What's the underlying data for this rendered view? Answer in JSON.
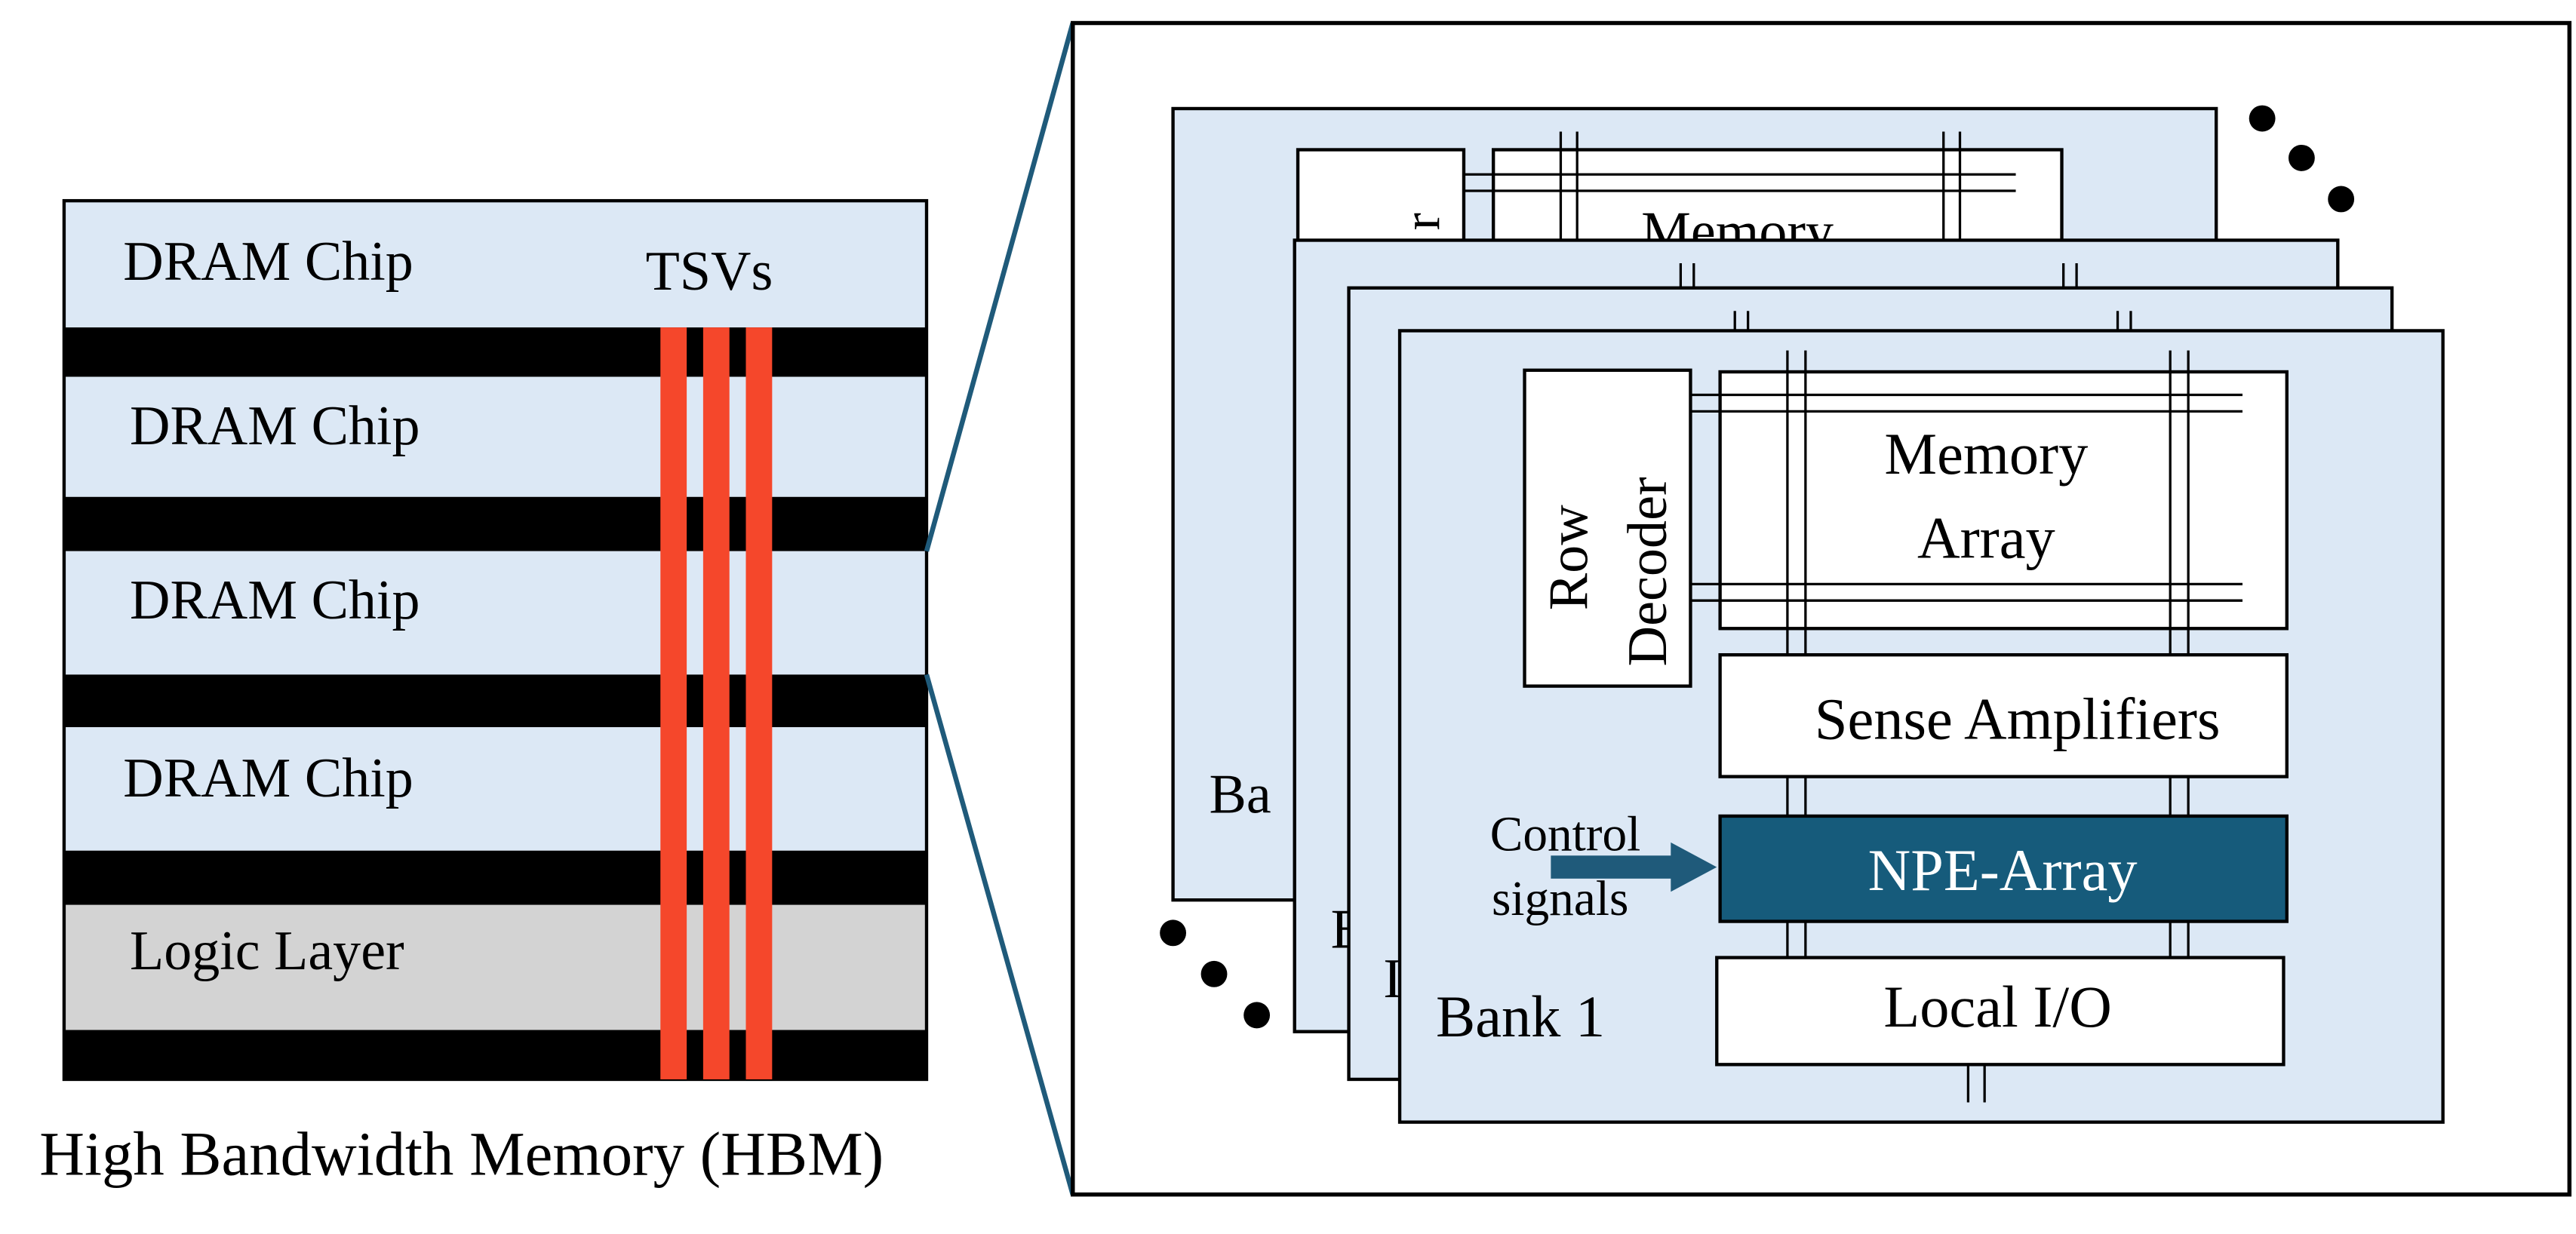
{
  "hbm": {
    "chips": [
      "DRAM Chip",
      "DRAM Chip",
      "DRAM Chip",
      "DRAM Chip"
    ],
    "logic_layer": "Logic Layer",
    "tsv_label": "TSVs",
    "caption": "High Bandwidth Memory (HBM)"
  },
  "bank": {
    "row_decoder": [
      "Row",
      "Decoder"
    ],
    "memory_array": [
      "Memory",
      "Array"
    ],
    "sense_amplifiers": "Sense Amplifiers",
    "npe_array": "NPE-Array",
    "control_signals": [
      "Control",
      "signals"
    ],
    "local_io": "Local I/O",
    "bank_label": "Bank 1",
    "back_bank_partial": "Ba",
    "back_memory_partial": "Memory",
    "back_row_partial": "r",
    "mid_bank_partial": "B",
    "mid2_bank_partial": "I"
  },
  "colors": {
    "chip_fill": "#dce8f5",
    "logic_fill": "#d3d3d3",
    "tsv": "#f5472b",
    "npe_fill": "#165b7b",
    "connector": "#1f5a7a"
  }
}
